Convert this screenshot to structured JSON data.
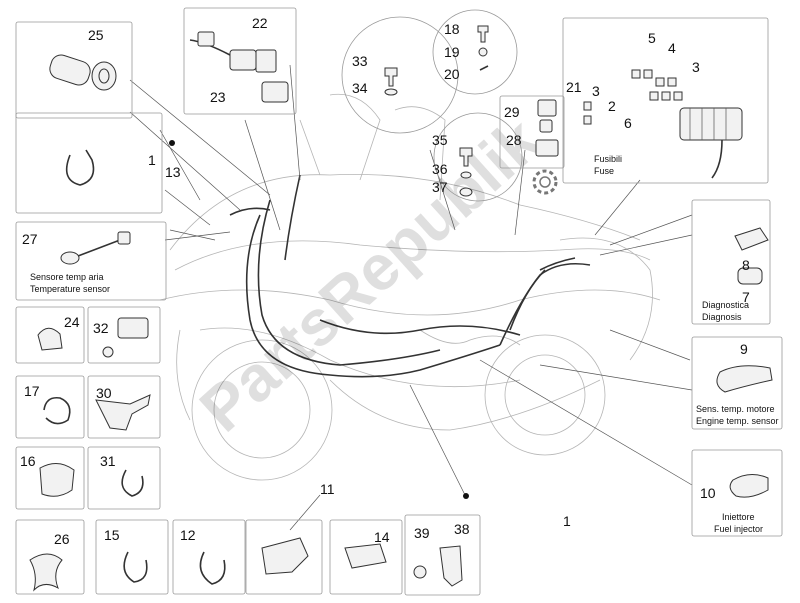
{
  "watermark": "PartsRepublik",
  "part_numbers": {
    "p1": "1",
    "p1b": "1",
    "p2": "2",
    "p3a": "3",
    "p3b": "3",
    "p4": "4",
    "p5": "5",
    "p6": "6",
    "p7": "7",
    "p8": "8",
    "p9": "9",
    "p10": "10",
    "p11": "11",
    "p12": "12",
    "p13": "13",
    "p14": "14",
    "p15": "15",
    "p16": "16",
    "p17": "17",
    "p18": "18",
    "p19": "19",
    "p20": "20",
    "p21": "21",
    "p22": "22",
    "p23": "23",
    "p24": "24",
    "p25": "25",
    "p26": "26",
    "p27": "27",
    "p28": "28",
    "p29": "29",
    "p30": "30",
    "p31": "31",
    "p32": "32",
    "p33": "33",
    "p34": "34",
    "p35": "35",
    "p36": "36",
    "p37": "37",
    "p38": "38",
    "p39": "39"
  },
  "captions": {
    "air_temp_sensor_it": "Sensore temp aria",
    "air_temp_sensor_en": "Temperature sensor",
    "fuses_it": "Fusibili",
    "fuses_en": "Fuse",
    "diagnosis_it": "Diagnostica",
    "diagnosis_en": "Diagnosis",
    "engine_temp_it": "Sens. temp. motore",
    "engine_temp_en": "Engine temp. sensor",
    "injector_it": "Iniettore",
    "injector_en": "Fuel injector"
  },
  "icons": [
    "gear-icon",
    "bullet-dot"
  ],
  "colors": {
    "ink": "#111111",
    "frame": "#999999",
    "watermark": "#000000"
  }
}
